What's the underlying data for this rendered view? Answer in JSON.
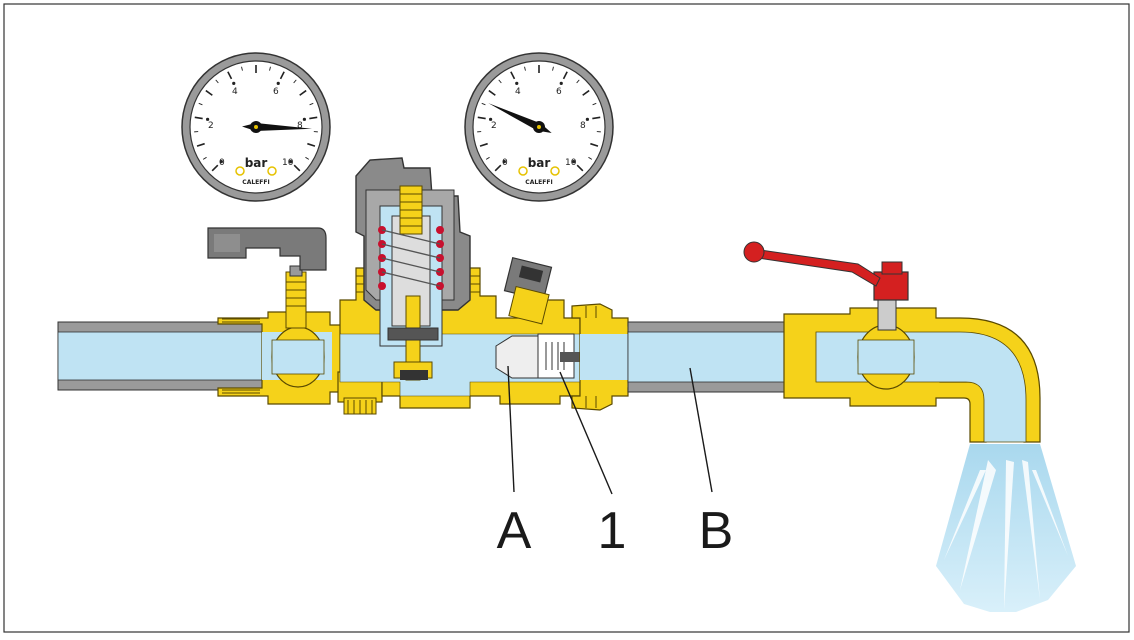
{
  "diagram": {
    "callouts": {
      "a": "A",
      "one": "1",
      "b": "B"
    },
    "gauges": [
      {
        "ticks": [
          "0",
          "2",
          "4",
          "6",
          "8",
          "10"
        ],
        "unit": "bar",
        "brand": "CALEFFI",
        "needle_bar": 8.4
      },
      {
        "ticks": [
          "0",
          "2",
          "4",
          "6",
          "8",
          "10"
        ],
        "unit": "bar",
        "brand": "CALEFFI",
        "needle_bar": 2.6
      }
    ],
    "colors": {
      "water": "#bfe3f3",
      "brass": "#f5d21a",
      "brass_edge": "#5a4a00",
      "pipe_wall": "#9a9a9a",
      "housing": "#8a8a8a",
      "spring": "#c8102e",
      "handle_red": "#d42020",
      "handle_grey": "#7a7a7a",
      "frame": "#333333"
    }
  }
}
